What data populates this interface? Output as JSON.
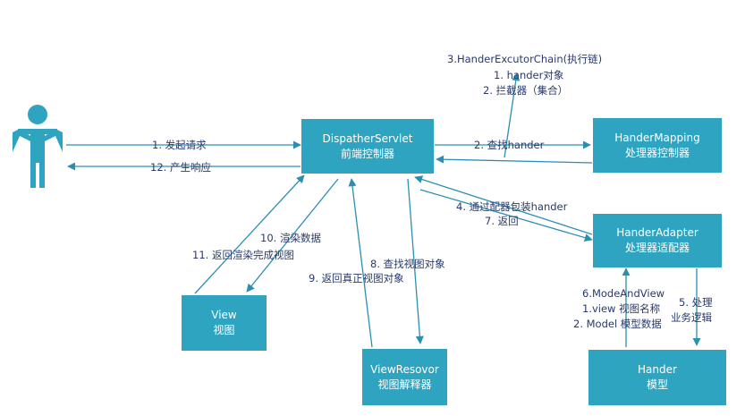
{
  "colors": {
    "node": "#2fa4c1",
    "node_text": "#ffffff",
    "arrow": "#2b8fb3",
    "label": "#2a3a6a"
  },
  "actor": {
    "icon": "person-icon"
  },
  "nodes": {
    "dispatcher": {
      "line1": "DispatherServlet",
      "line2": "前端控制器"
    },
    "mapping": {
      "line1": "HanderMapping",
      "line2": "处理器控制器"
    },
    "adapter": {
      "line1": "HanderAdapter",
      "line2": "处理器适配器"
    },
    "view": {
      "line1": "View",
      "line2": "视图"
    },
    "resolver": {
      "line1": "ViewResovor",
      "line2": "视图解释器"
    },
    "handler": {
      "line1": "Hander",
      "line2": "模型"
    }
  },
  "labels": {
    "s1": "1. 发起请求",
    "s12": "12. 产生响应",
    "s2": "2. 查找hander",
    "s3_title": "3.HanderExcutorChain(执行链)",
    "s3_a": "1. hander对象",
    "s3_b": "2. 拦截器（集合）",
    "s4": "4. 通过配器包装hander",
    "s7": "7. 返回",
    "s8": "8. 查找视图对象",
    "s9": "9. 返回真正视图对象",
    "s10": "10. 渲染数据",
    "s11": "11. 返回渲染完成视图",
    "s5a": "5. 处理",
    "s5b": "业务逻辑",
    "s6": "6.ModeAndView",
    "s6a": "1.view 视图名称",
    "s6b": "2. Model 模型数据"
  }
}
